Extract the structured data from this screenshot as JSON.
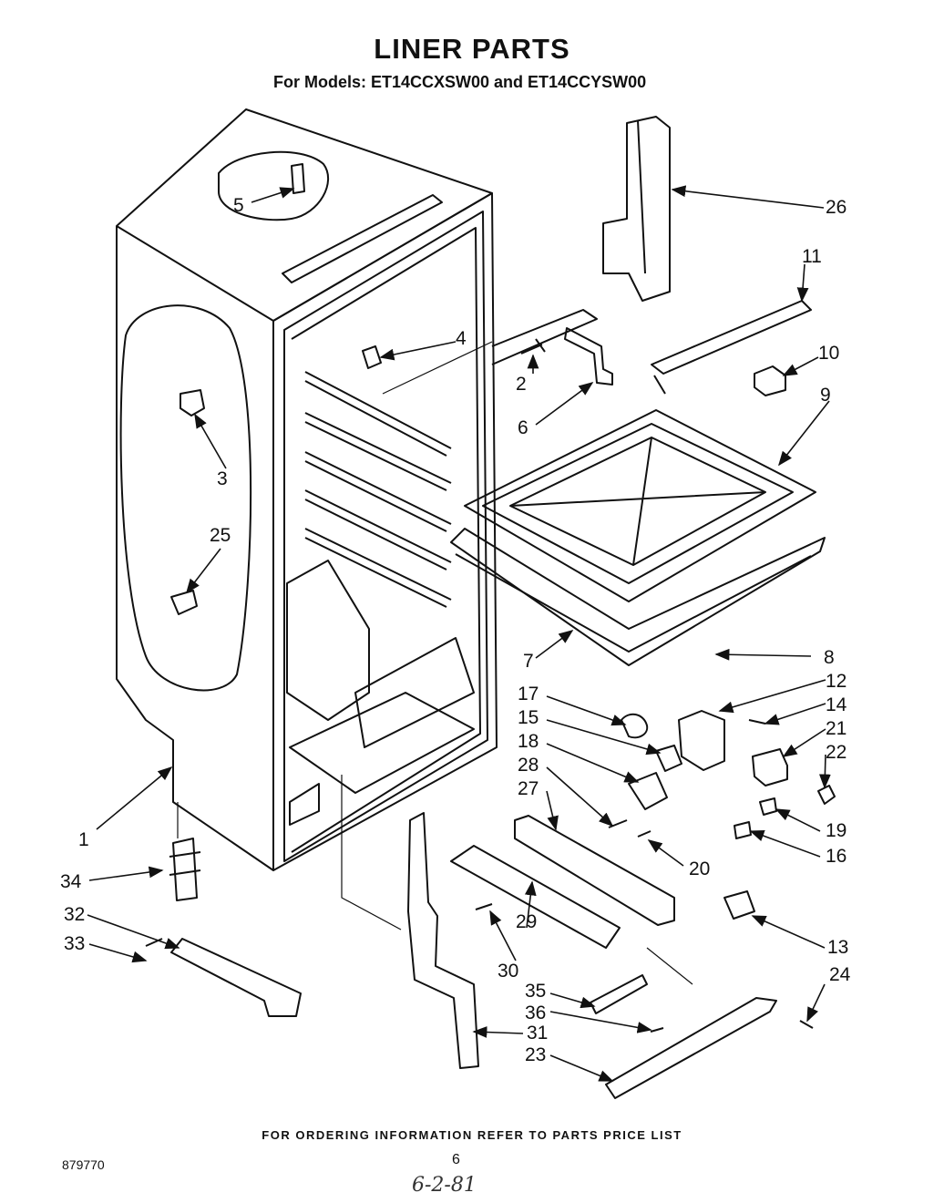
{
  "title": "LINER PARTS",
  "subtitle": "For Models:  ET14CCXSW00 and ET14CCYSW00",
  "footer": "FOR ORDERING INFORMATION REFER TO PARTS PRICE LIST",
  "doc_number": "879770",
  "page_number": "6",
  "handwritten_note": "6-2-81",
  "callouts": {
    "c1": "1",
    "c2": "2",
    "c3": "3",
    "c4": "4",
    "c5": "5",
    "c6": "6",
    "c7": "7",
    "c8": "8",
    "c9": "9",
    "c10": "10",
    "c11": "11",
    "c12": "12",
    "c13": "13",
    "c14": "14",
    "c15": "15",
    "c16": "16",
    "c17": "17",
    "c18": "18",
    "c19": "19",
    "c20": "20",
    "c21": "21",
    "c22": "22",
    "c23": "23",
    "c24": "24",
    "c25": "25",
    "c26": "26",
    "c27": "27",
    "c28": "28",
    "c29": "29",
    "c30": "30",
    "c31": "31",
    "c32": "32",
    "c33": "33",
    "c34": "34",
    "c35": "35",
    "c36": "36"
  }
}
